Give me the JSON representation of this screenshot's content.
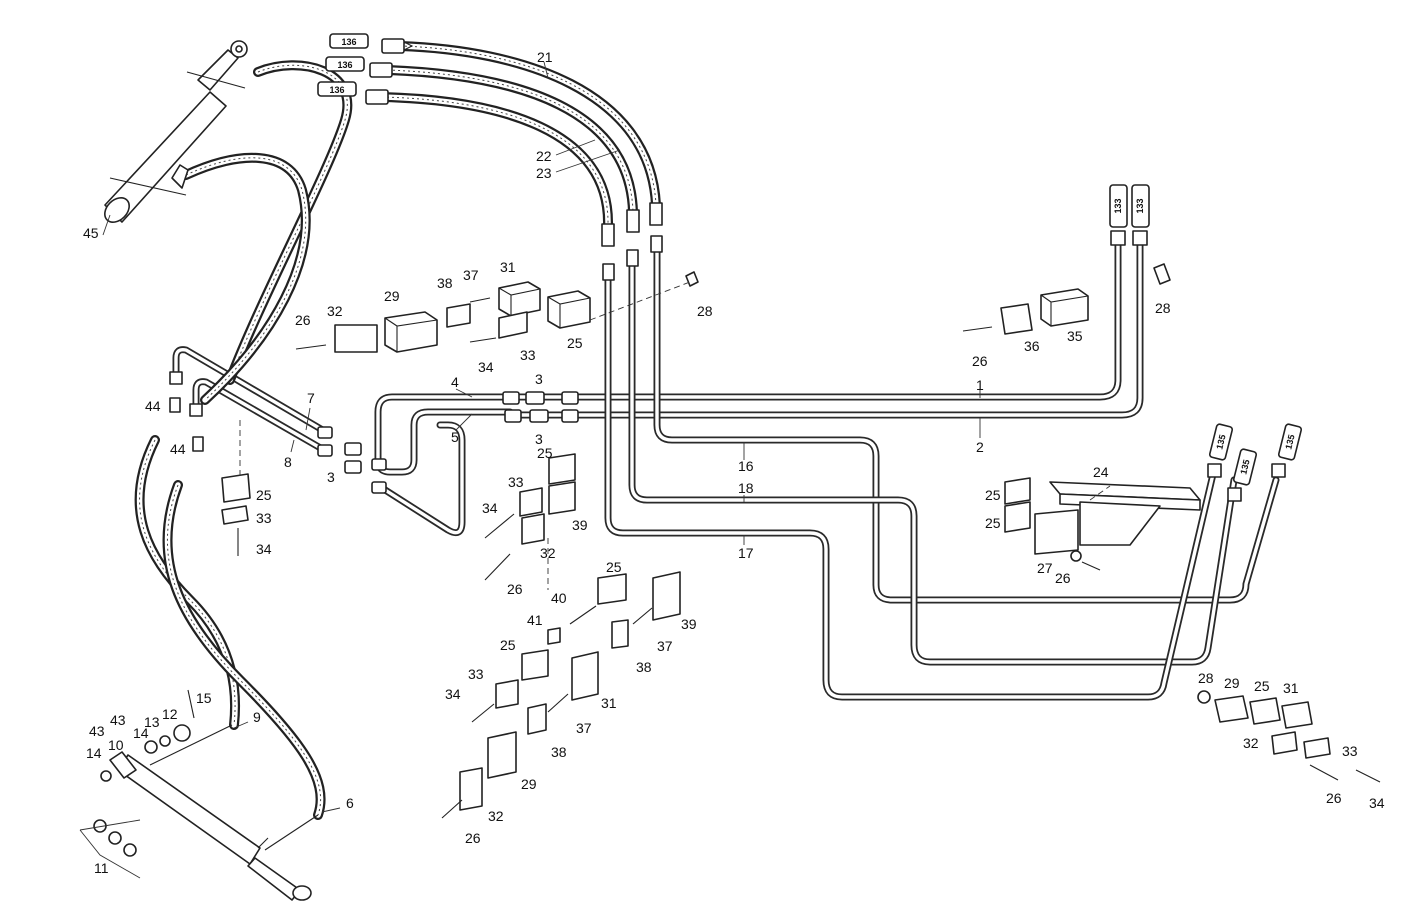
{
  "diagram": {
    "tags": {
      "t136a": "136",
      "t136b": "136",
      "t136c": "136",
      "t133a": "133",
      "t133b": "133",
      "t135a": "135",
      "t135b": "135",
      "t135c": "135"
    },
    "labels": {
      "l1": "1",
      "l2": "2",
      "l3a": "3",
      "l3b": "3",
      "l3c": "3",
      "l4": "4",
      "l5": "5",
      "l6": "6",
      "l7": "7",
      "l8": "8",
      "l9": "9",
      "l10": "10",
      "l11": "11",
      "l12": "12",
      "l13": "13",
      "l14a": "14",
      "l14b": "14",
      "l15": "15",
      "l16": "16",
      "l17": "17",
      "l18": "18",
      "l21": "21",
      "l22": "22",
      "l23": "23",
      "l24": "24",
      "l25a": "25",
      "l25b": "25",
      "l25c": "25",
      "l25d": "25",
      "l25e": "25",
      "l25f": "25",
      "l25g": "25",
      "l25h": "25",
      "l26a": "26",
      "l26b": "26",
      "l26c": "26",
      "l26d": "26",
      "l26e": "26",
      "l26f": "26",
      "l27": "27",
      "l28a": "28",
      "l28b": "28",
      "l28c": "28",
      "l29a": "29",
      "l29b": "29",
      "l29c": "29",
      "l31a": "31",
      "l31b": "31",
      "l31c": "31",
      "l32a": "32",
      "l32b": "32",
      "l32c": "32",
      "l32d": "32",
      "l33a": "33",
      "l33b": "33",
      "l33c": "33",
      "l33d": "33",
      "l33e": "33",
      "l34a": "34",
      "l34b": "34",
      "l34c": "34",
      "l34d": "34",
      "l34e": "34",
      "l35": "35",
      "l36": "36",
      "l37a": "37",
      "l37b": "37",
      "l37c": "37",
      "l38a": "38",
      "l38b": "38",
      "l38c": "38",
      "l39a": "39",
      "l39b": "39",
      "l40": "40",
      "l41": "41",
      "l43a": "43",
      "l43b": "43",
      "l44a": "44",
      "l44b": "44",
      "l45": "45"
    }
  }
}
